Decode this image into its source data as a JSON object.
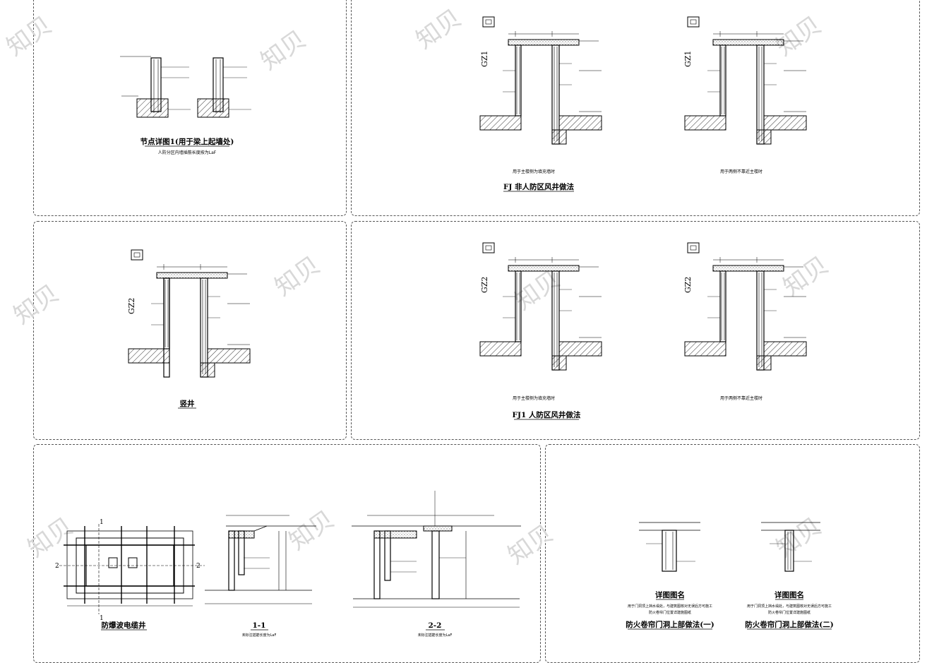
{
  "watermark": "知贝",
  "panels": {
    "node_detail": {
      "title": "节点详图1(用于梁上起墙处)",
      "subtitle": "人防分区内墙插筋长度按为LaF"
    },
    "fj_non_civil": {
      "title": "FJ 非人防区风井做法",
      "caption_left": "用于主楼侧为填充墙时",
      "caption_right": "用于两侧不靠近主楼时",
      "gz_label": "GZ1"
    },
    "shaft": {
      "title": "竖井",
      "gz_label": "GZ2"
    },
    "fj1_civil": {
      "title": "FJ1 人防区风井做法",
      "caption_left": "用于主楼侧为填充墙时",
      "caption_right": "用于两侧不靠近主楼时",
      "gz_label": "GZ2"
    },
    "cable_well": {
      "title": "防爆波电缆井",
      "section_1_title": "1-1",
      "section_1_note": "未标注插筋长度为LaF",
      "section_2_title": "2-2",
      "section_2_note": "未标注插筋长度为LaF",
      "mark_1": "1",
      "mark_2": "2"
    },
    "fire_shutter": {
      "left_title": "详图图名",
      "left_note_1": "用于门洞顶上挡水塌处，与建筑图核对无误后方可施工",
      "left_note_2": "防火卷帘门位置详建施图纸",
      "left_caption": "防火卷帘门洞上部做法(一)",
      "right_title": "详图图名",
      "right_note_1": "用于门洞顶上挡水塌处，与建筑图核对无误后方可施工",
      "right_note_2": "防火卷帘门位置详建施图纸",
      "right_caption": "防火卷帘门洞上部做法(二)"
    }
  }
}
